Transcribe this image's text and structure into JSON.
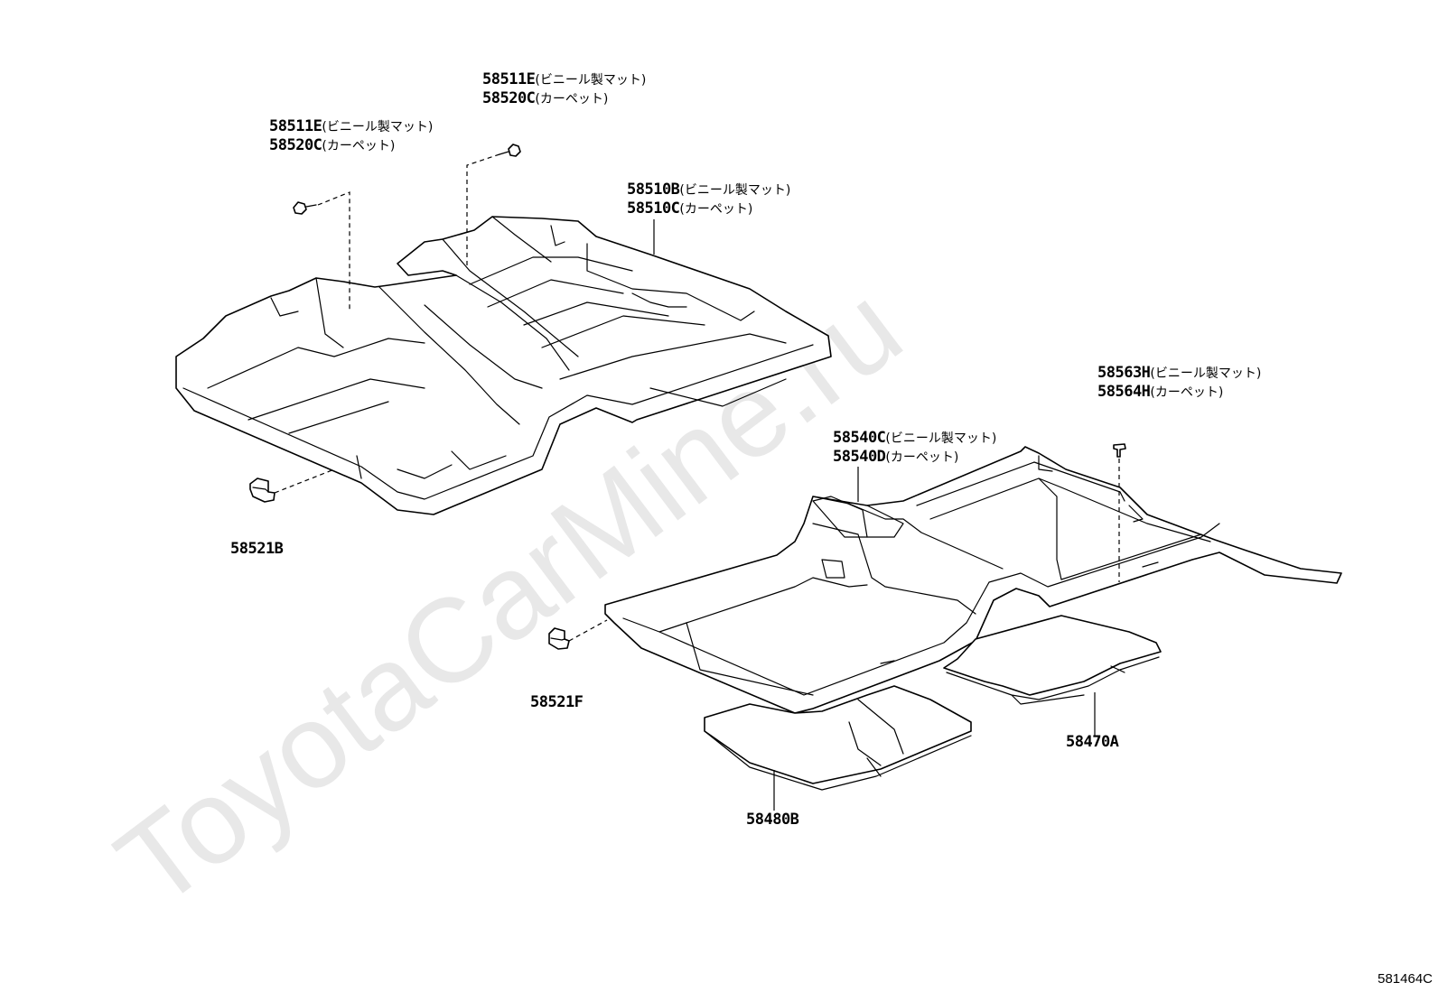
{
  "watermark": "ToyotaCarMine.ru",
  "page_id": "581464C",
  "callouts": {
    "clip_front_left": {
      "line1_pn": "58511E",
      "line1_note": "(ビニール製マット)",
      "line2_pn": "58520C",
      "line2_note": "(カーペット)"
    },
    "clip_front_center": {
      "line1_pn": "58511E",
      "line1_note": "(ビニール製マット)",
      "line2_pn": "58520C",
      "line2_note": "(カーペット)"
    },
    "front_mat": {
      "line1_pn": "58510B",
      "line1_note": "(ビニール製マット)",
      "line2_pn": "58510C",
      "line2_note": "(カーペット)"
    },
    "rear_clip": {
      "line1_pn": "58563H",
      "line1_note": "(ビニール製マット)",
      "line2_pn": "58564H",
      "line2_note": "(カーペット)"
    },
    "rear_mat": {
      "line1_pn": "58540C",
      "line1_note": "(ビニール製マット)",
      "line2_pn": "58540D",
      "line2_note": "(カーペット)"
    },
    "retainer_front": "58521B",
    "retainer_rear": "58521F",
    "silencer_right": "58470A",
    "silencer_left": "58480B"
  }
}
